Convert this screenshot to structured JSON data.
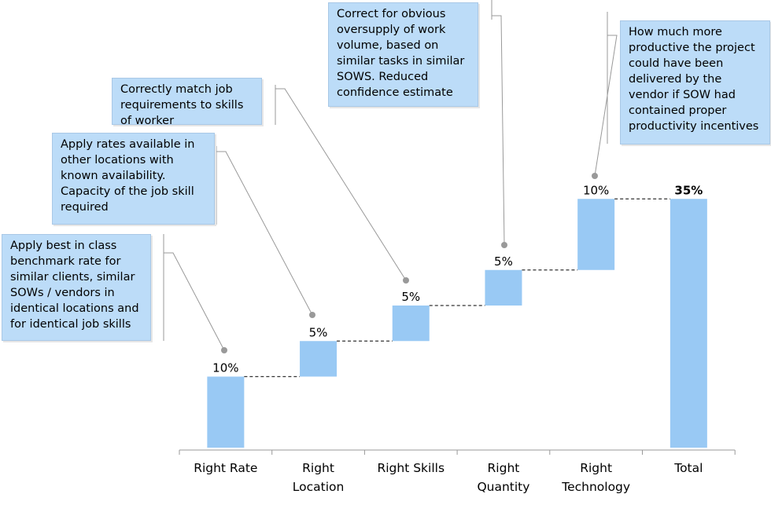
{
  "chart_data": {
    "type": "waterfall",
    "categories": [
      "Right Rate",
      "Right Location",
      "Right Skills",
      "Right Quantity",
      "Right Technology",
      "Total"
    ],
    "values": [
      10,
      5,
      5,
      5,
      10,
      35
    ],
    "value_labels": [
      "10%",
      "5%",
      "5%",
      "5%",
      "10%",
      "35%"
    ],
    "total_index": 5,
    "units": "%",
    "grid": false,
    "bar_color": "#99c9f4",
    "connector_style": "dashed",
    "annotations": [
      "Apply best in class benchmark rate for similar clients, similar SOWs / vendors in identical locations and for identical job skills",
      "Apply rates available in other locations with known availability. Capacity of the job skill required",
      "Correctly match job requirements to skills of worker",
      "Correct for obvious oversupply of work volume, based on similar tasks in similar SOWS. Reduced confidence estimate",
      "How much more productive the project could have been delivered by the vendor if SOW had contained proper productivity incentives"
    ]
  }
}
